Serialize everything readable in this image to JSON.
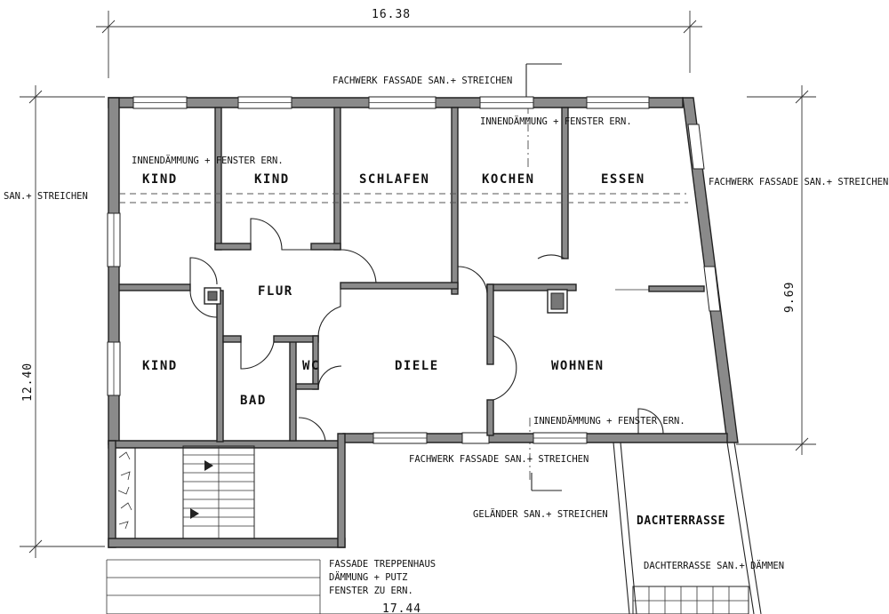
{
  "dimensions": {
    "top_width": "16.38",
    "bottom_width": "17.44",
    "left_height": "12.40",
    "right_height": "9.69"
  },
  "rooms": {
    "kind_1": "KIND",
    "kind_2": "KIND",
    "schlafen": "SCHLAFEN",
    "kochen": "KOCHEN",
    "essen": "ESSEN",
    "flur": "FLUR",
    "kind_3": "KIND",
    "wc": "WC",
    "diele": "DIELE",
    "wohnen": "WOHNEN",
    "bad": "BAD",
    "dachterrasse": "DACHTERRASSE"
  },
  "notes": {
    "fassade_top": "FACHWERK FASSADE SAN.+ STREICHEN",
    "innen_kind": "INNENDÄMMUNG + FENSTER ERN.",
    "innen_kochen": "INNENDÄMMUNG + FENSTER ERN.",
    "fassade_right": "FACHWERK FASSADE SAN.+ STREICHEN",
    "left_edge": "SAN.+ STREICHEN",
    "innen_wohnen": "INNENDÄMMUNG + FENSTER ERN.",
    "fassade_bottom": "FACHWERK FASSADE SAN.+ STREICHEN",
    "gelaender": "GELÄNDER SAN.+ STREICHEN",
    "dachterrasse_note": "DACHTERRASSE SAN.+ DÄMMEN",
    "treppenhaus_1": "FASSADE TREPPENHAUS",
    "treppenhaus_2": "DÄMMUNG + PUTZ",
    "treppenhaus_3": "FENSTER ZU ERN."
  }
}
